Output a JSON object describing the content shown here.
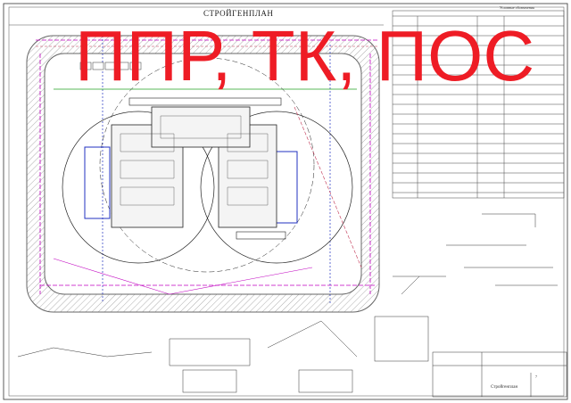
{
  "overlay_text": "ППР, ТК, ПОС",
  "plan_title": "СТРОЙГЕНПЛАН",
  "legend_title": "Условные обозначения",
  "title_block": {
    "sheet_name": "Стройгенплан",
    "sheet_number": "7"
  },
  "colors": {
    "overlay": "#ee1c25",
    "lines": "#222222",
    "road": "#9a9a9a",
    "accent_magenta": "#c000c0",
    "accent_blue": "#2030c0",
    "accent_green": "#20a020"
  }
}
